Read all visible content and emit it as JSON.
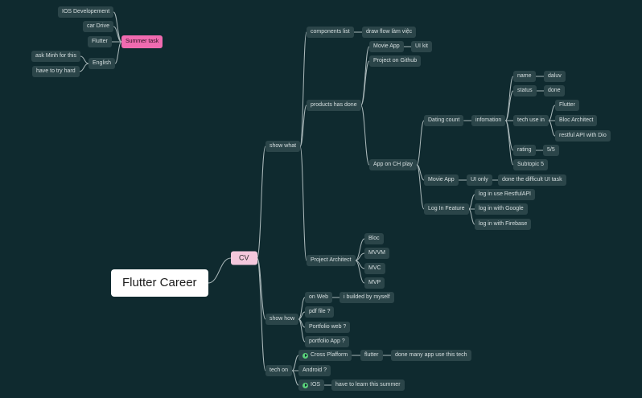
{
  "map": {
    "root": "Flutter Career",
    "cv": "CV",
    "summer_task": {
      "label": "Summer task",
      "ios": "IOS Developement",
      "car_drive": "car Drive",
      "flutter": "Flutter",
      "english": {
        "label": "English",
        "ask": "ask Minh for this",
        "try_hard": "have to try hard"
      }
    },
    "show_what": {
      "label": "show what",
      "components": {
        "label": "components list",
        "child": "draw flow làm việc"
      },
      "products": {
        "label": "products has done",
        "movie_app": "Movie App",
        "ui_kit": "UI kit",
        "github": "Project on Github",
        "ch_play": {
          "label": "App on CH play",
          "dating": {
            "label": "Dating count",
            "info": "infomation",
            "name": "name",
            "name_val": "daluv",
            "status": "status",
            "status_val": "done",
            "tech": "tech use in",
            "tech_flutter": "Flutter",
            "tech_bloc": "Bloc Architect",
            "tech_api": "restful API with Dio",
            "rating": "rating",
            "rating_val": "5/5",
            "subtopic": "Subtopic 5"
          },
          "movie": {
            "label": "Movie App",
            "ui_only": "UI only",
            "difficult": "done the difficult UI task"
          },
          "login": {
            "label": "Log In Feature",
            "restful": "log in use RestfulAPI",
            "google": "log in with Google",
            "firebase": "log in with Firebase"
          }
        }
      },
      "architect": {
        "label": "Project Architect",
        "bloc": "Bloc",
        "mvvm": "MVVM",
        "mvc": "MVC",
        "mvp": "MVP"
      }
    },
    "show_how": {
      "label": "show how",
      "web": "on Web",
      "web_child": "i builded by myself",
      "pdf": "pdf file ?",
      "portfolio_web": "Portfolio web ?",
      "portfolio_app": "portfolio App ?"
    },
    "tech_on": {
      "label": "tech on",
      "cross": "Cross Plafform",
      "cross_flutter": "flutter",
      "cross_done": "done many app use this tech",
      "android": "Android ?",
      "ios": "IOS",
      "ios_child": "have to learn this summer"
    }
  },
  "colors": {
    "background": "#0f2a2f",
    "node": "#2b4549",
    "connector": "#aab8ba",
    "summer_task": "#f06bb0",
    "cv": "#f4c7dc",
    "flag": "#5bd07a"
  },
  "icons": [
    "flag-icon"
  ]
}
